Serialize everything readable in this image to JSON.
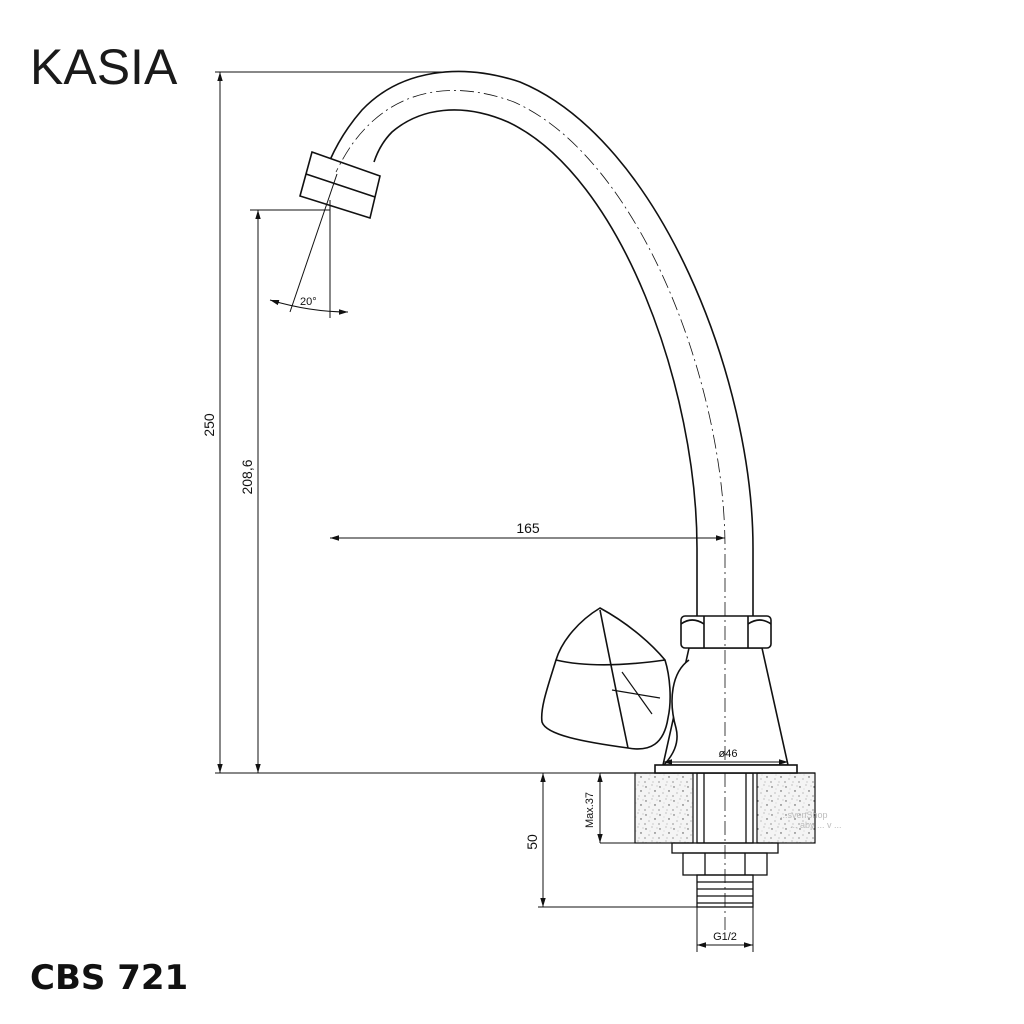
{
  "title": "KASIA",
  "code": "CBS 721",
  "dimensions": {
    "total_height": "250",
    "outlet_height": "208,6",
    "reach": "165",
    "angle": "20°",
    "base_diameter": "ø46",
    "counter_thickness": "Max.37",
    "shank_length": "50",
    "thread": "G1/2"
  },
  "watermark": {
    "line1": "...svenShop",
    "line2": "... aby ... v ..."
  },
  "colors": {
    "line": "#111111",
    "counter": "#f2f2f2"
  }
}
